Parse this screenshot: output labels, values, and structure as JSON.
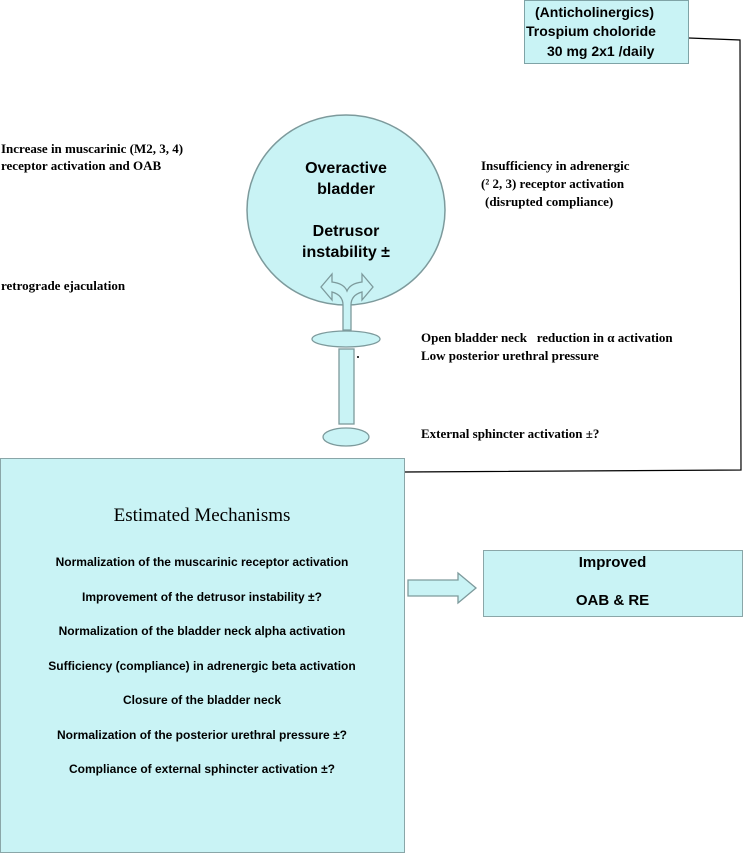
{
  "drug": {
    "line1": "(Anticholinergics)",
    "line2": "Trospium choloride",
    "line3": "30 mg 2x1 /daily"
  },
  "bladder": {
    "title_line1": "Overactive",
    "title_line2": "bladder",
    "sub_line1": "Detrusor",
    "sub_line2": "instability ±"
  },
  "left_labels": {
    "muscarinic_line1": "Increase in muscarinic (M2, 3, 4)",
    "muscarinic_line2": "receptor activation and OAB",
    "retrograde": "retrograde ejaculation"
  },
  "right_labels": {
    "adrenergic_line1": "Insufficiency in adrenergic",
    "adrenergic_line2": "(² 2, 3) receptor activation",
    "adrenergic_line3": "(disrupted compliance)",
    "neck_line1": "Open bladder neck   reduction in α activation",
    "neck_line2": "Low posterior urethral pressure",
    "sphincter": "External sphincter activation ±?"
  },
  "mechanisms": {
    "title": "Estimated Mechanisms",
    "items": [
      "Normalization of the muscarinic receptor activation",
      "Improvement of the detrusor instability ±?",
      "Normalization of the bladder neck alpha activation",
      "Sufficiency (compliance) in adrenergic beta activation",
      "Closure of the bladder neck",
      "Normalization of the posterior urethral pressure ±?",
      "Compliance of external sphincter activation ±?"
    ]
  },
  "outcome": {
    "line1": "Improved",
    "line2": "OAB & RE"
  },
  "colors": {
    "fill": "#c9f3f5",
    "stroke": "#7fa3a6",
    "line": "#000000"
  }
}
